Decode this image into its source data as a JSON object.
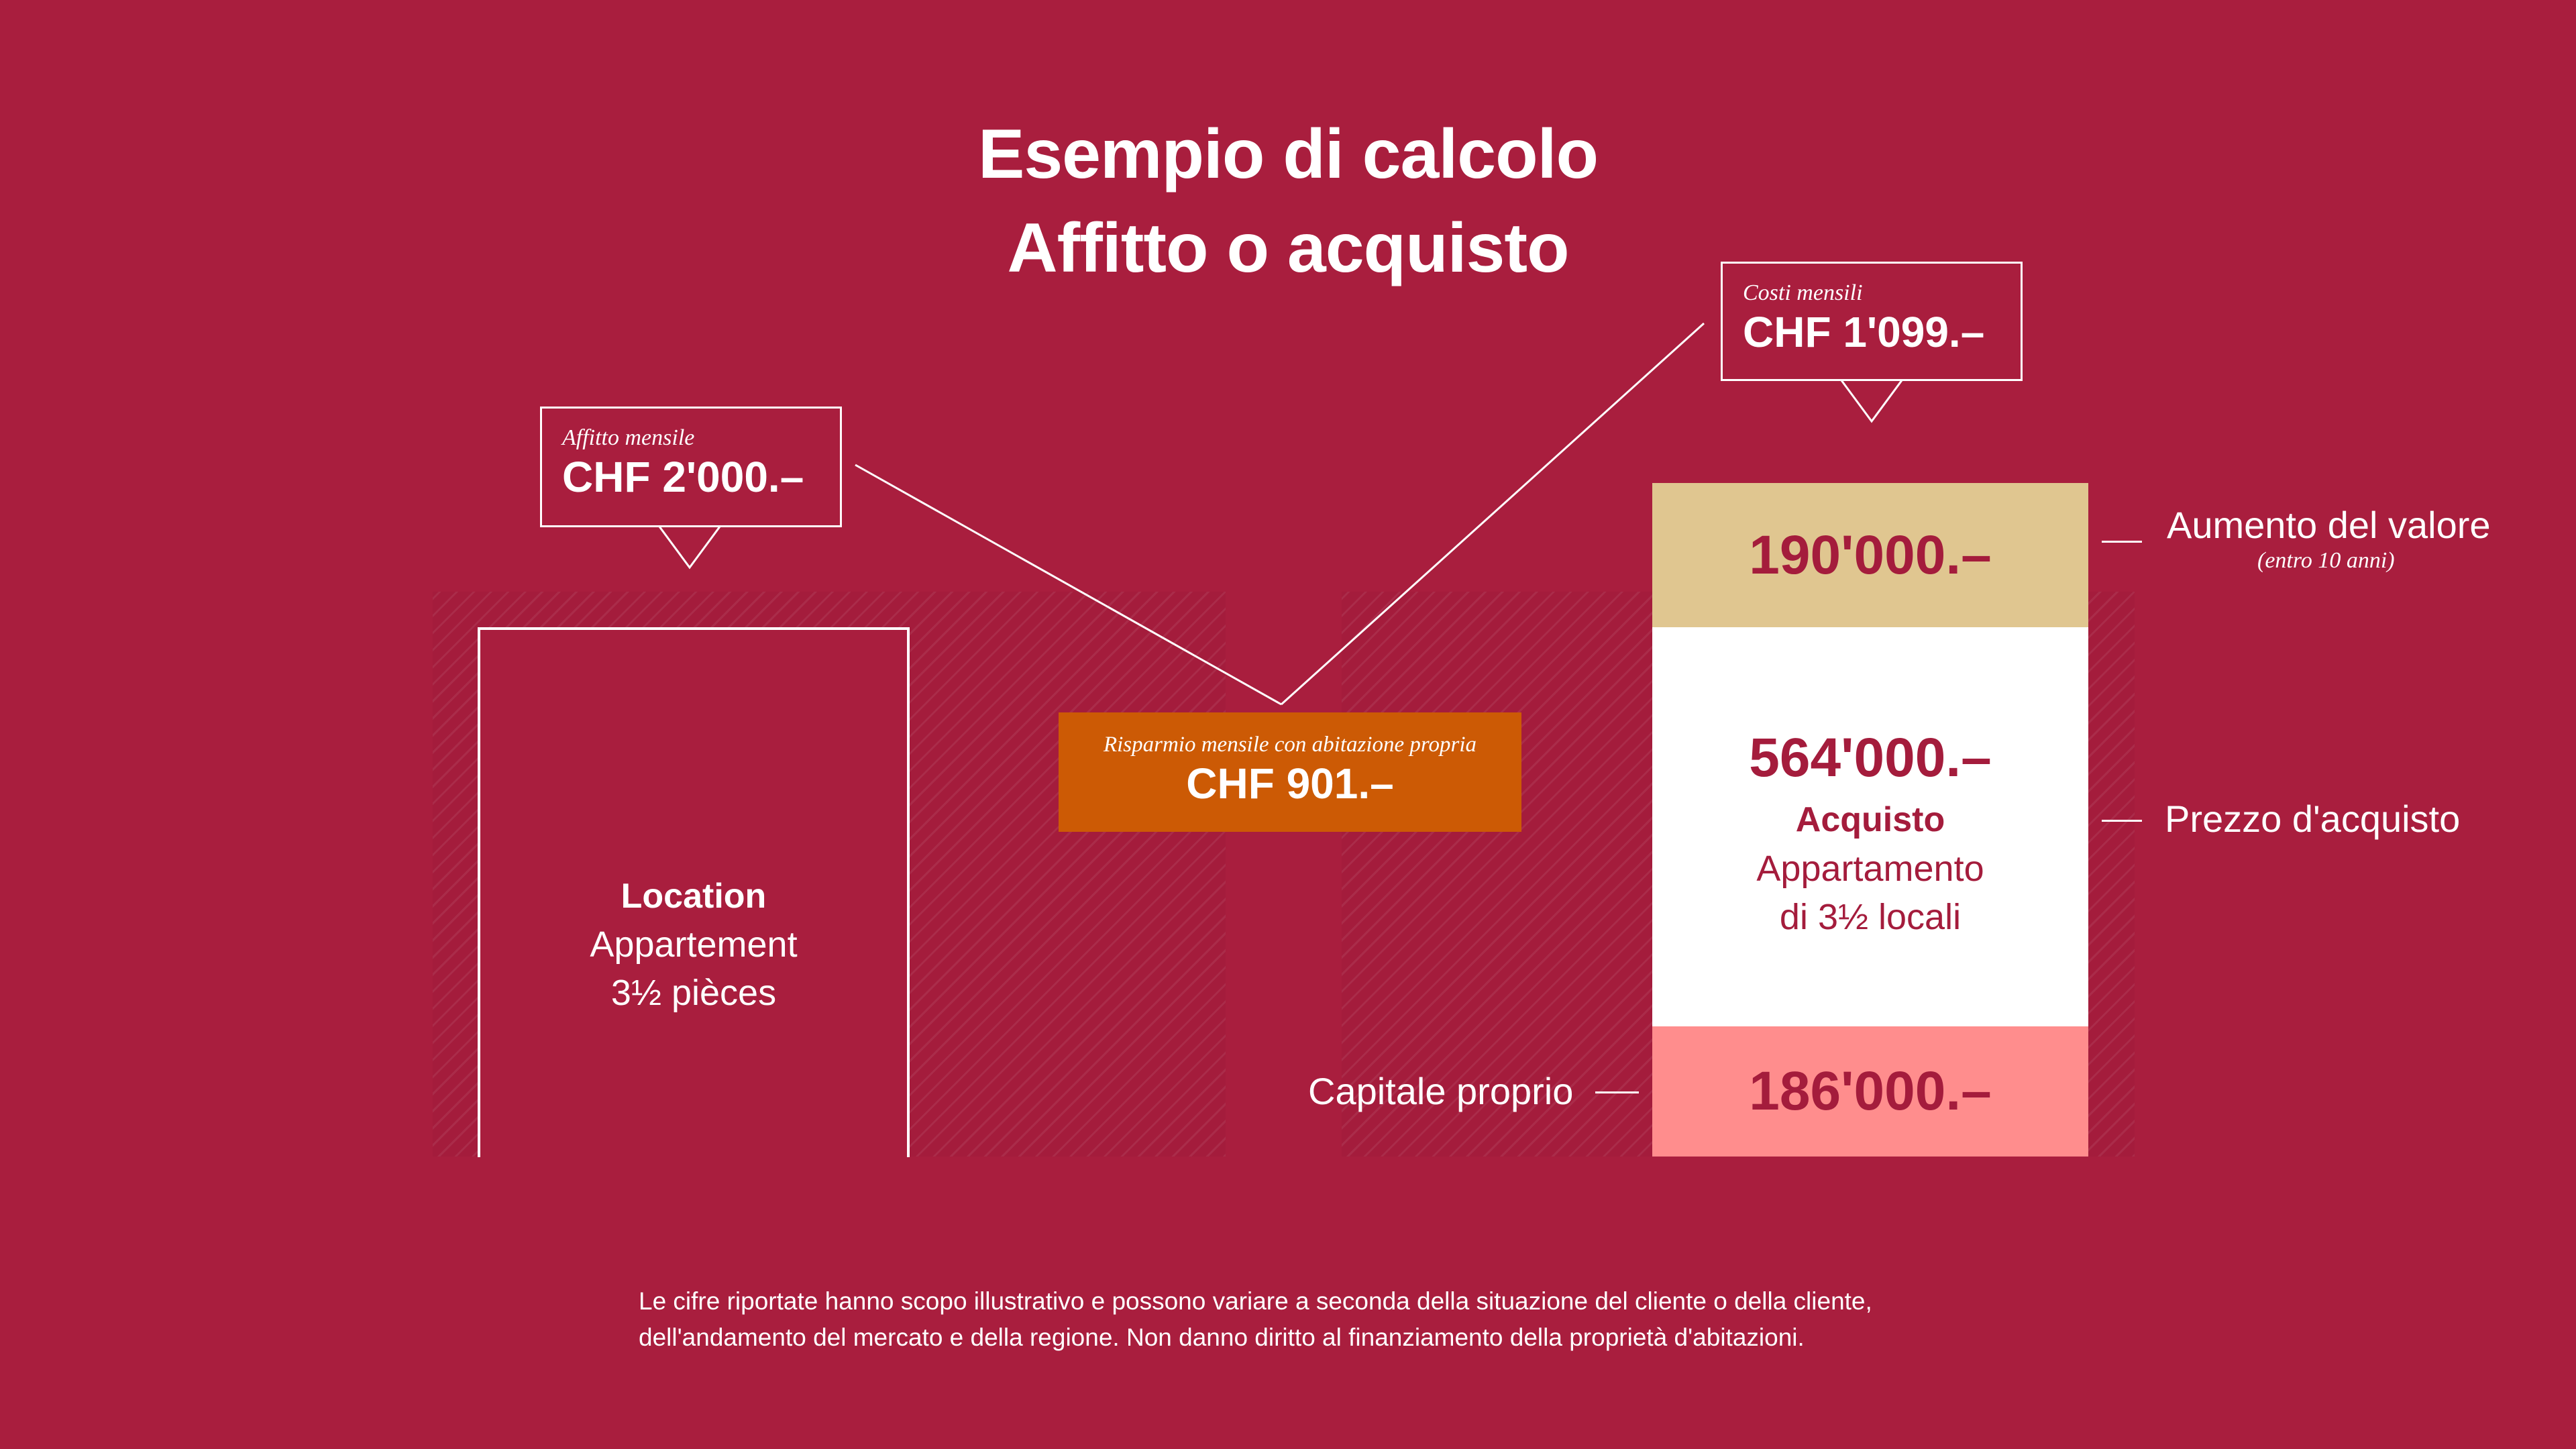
{
  "title": {
    "line1": "Esempio di calcolo",
    "line2": "Affitto o acquisto"
  },
  "rent": {
    "callout_label": "Affitto mensile",
    "callout_value": "CHF 2'000.–",
    "door_title": "Location",
    "door_line1": "Appartement",
    "door_line2": "3½ pièces"
  },
  "purchase": {
    "callout_label": "Costi mensili",
    "callout_value": "CHF 1'099.–",
    "value_increase": "190'000.–",
    "purchase_price": "564'000.–",
    "purchase_title": "Acquisto",
    "purchase_line1": "Appartamento",
    "purchase_line2": "di 3½ locali",
    "equity": "186'000.–"
  },
  "savings": {
    "label": "Risparmio mensile con abitazione propria",
    "value": "CHF 901.–"
  },
  "side_labels": {
    "value_increase": "Aumento del valore",
    "value_increase_sub": "(entro 10 anni)",
    "purchase_price": "Prezzo d'acquisto",
    "equity": "Capitale proprio"
  },
  "footnote": {
    "line1": "Le cifre riportate hanno scopo illustrativo e possono variare a seconda della situazione del cliente o della cliente,",
    "line2": "dell'andamento del mercato e della regione. Non danno diritto al finanziamento della proprietà d'abitazioni."
  },
  "colors": {
    "background": "#A91E3E",
    "savings": "#CC5A05",
    "value_increase": "#E0C690",
    "purchase_price": "#FFFFFF",
    "equity": "#FF8D8D",
    "figure_text": "#A41C3C"
  }
}
